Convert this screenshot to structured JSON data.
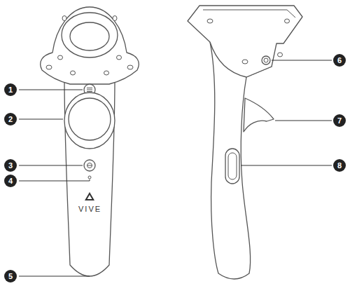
{
  "diagram": {
    "labels": [
      "1",
      "2",
      "3",
      "4",
      "5",
      "6",
      "7",
      "8",
      "VIVE"
    ]
  }
}
